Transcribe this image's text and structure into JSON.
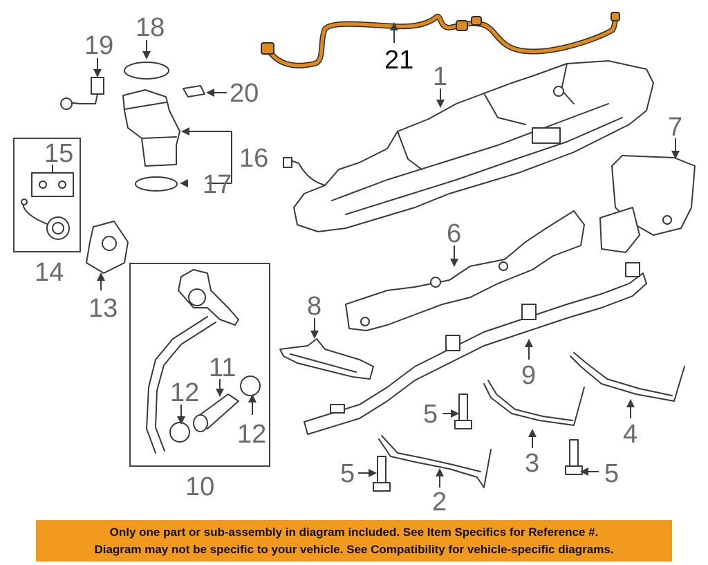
{
  "callouts": {
    "c1": "1",
    "c2": "2",
    "c3": "3",
    "c4": "4",
    "c5a": "5",
    "c5b": "5",
    "c5c": "5",
    "c6": "6",
    "c7": "7",
    "c8": "8",
    "c9": "9",
    "c10": "10",
    "c11": "11",
    "c12a": "12",
    "c12b": "12",
    "c13": "13",
    "c14": "14",
    "c15": "15",
    "c16": "16",
    "c17": "17",
    "c18": "18",
    "c19": "19",
    "c20": "20",
    "c21": "21"
  },
  "notice": {
    "line1": "Only one part or sub-assembly in diagram included. See Item Specifics for Reference #.",
    "line2": "Diagram may not be specific to your vehicle. See Compatibility for vehicle-specific diagrams."
  },
  "colors": {
    "highlight_part": "#e08a1e",
    "notice_background": "#f29a1e",
    "callout_text": "#6b6b6b"
  }
}
